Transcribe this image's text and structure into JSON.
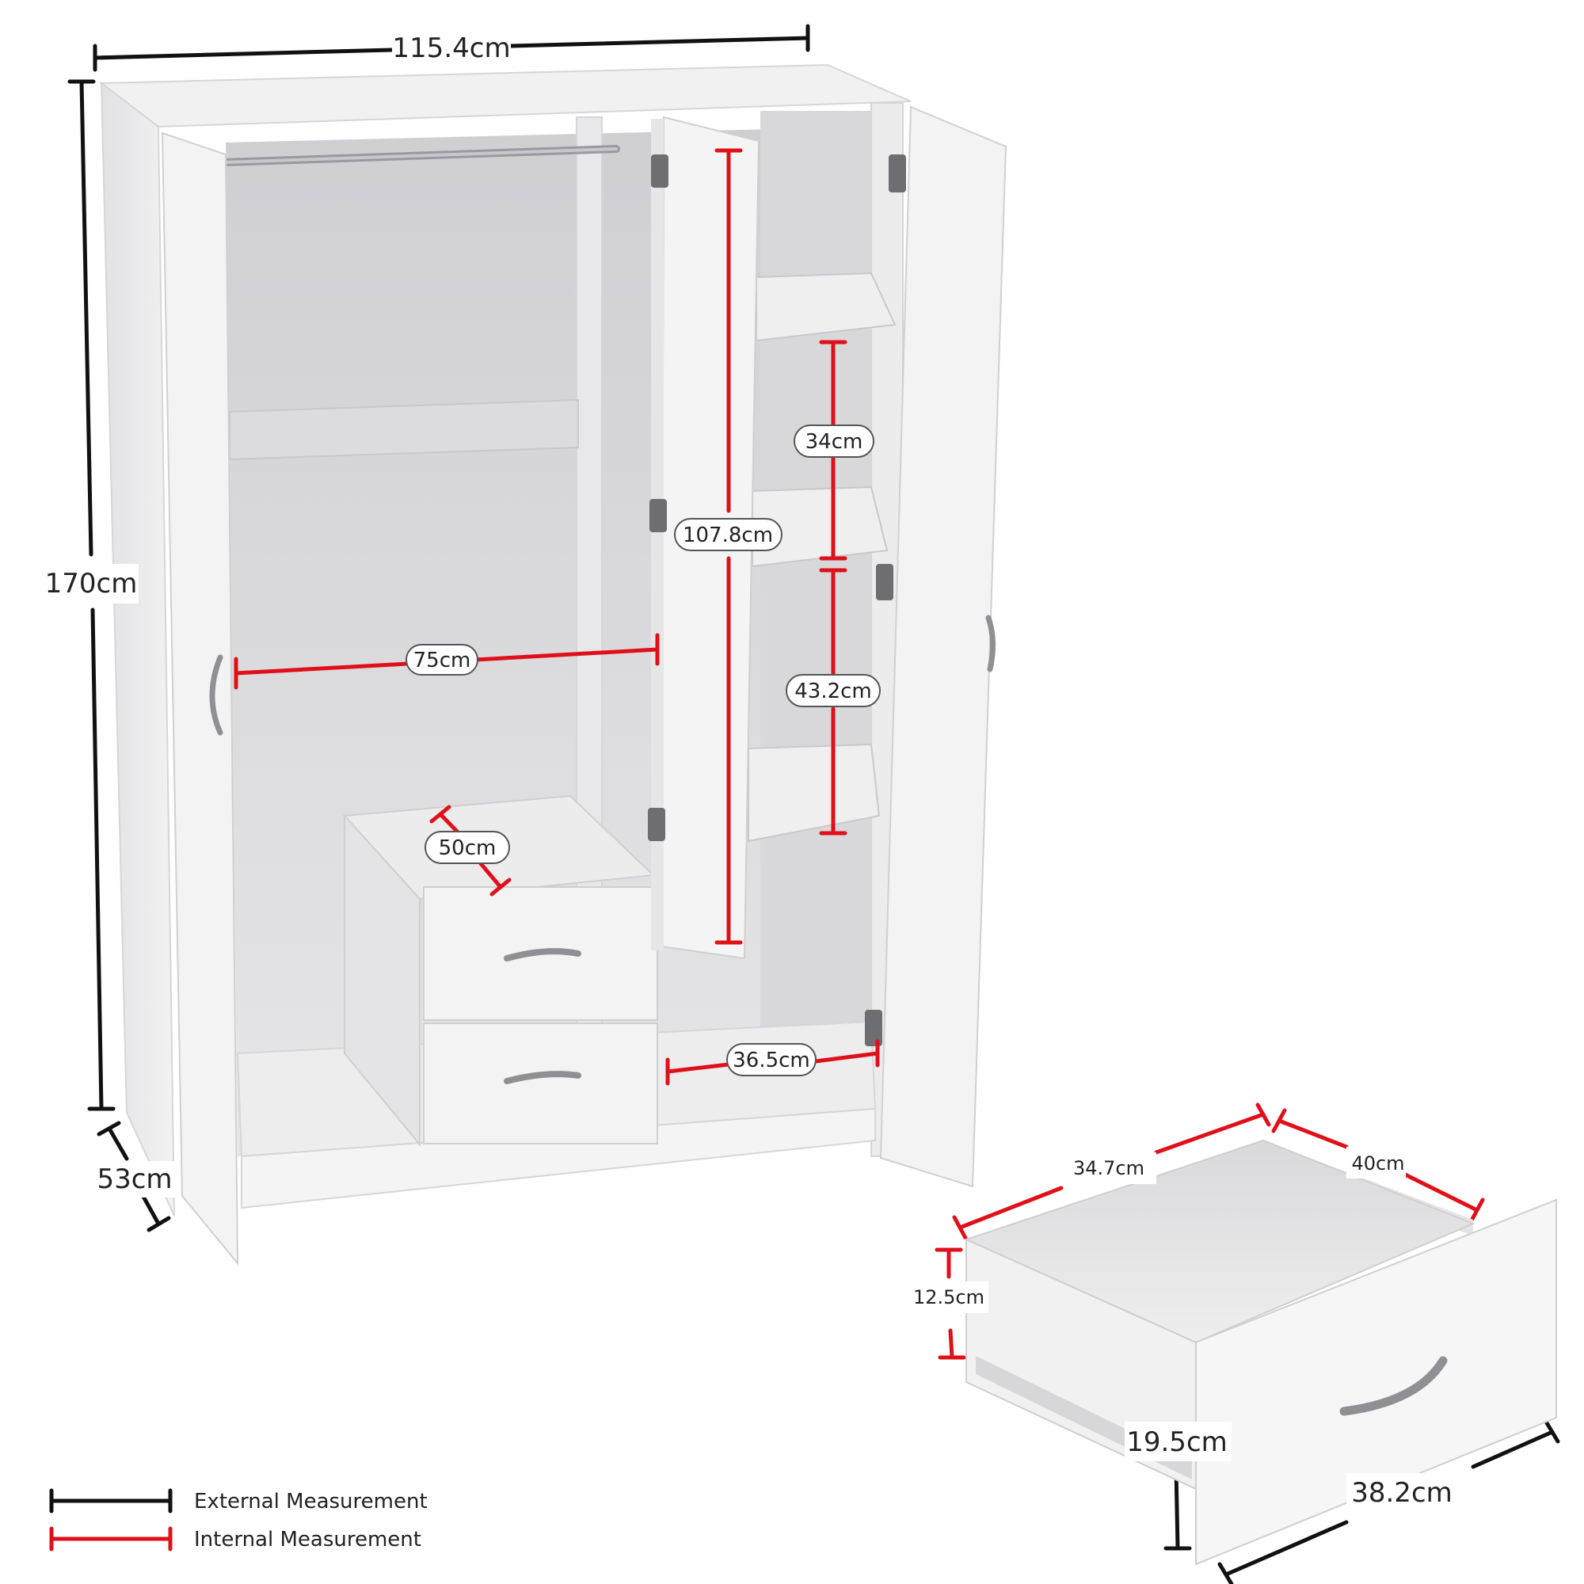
{
  "external": {
    "width": "115.4cm",
    "height": "170cm",
    "depth": "53cm"
  },
  "internal": {
    "hanging_width": "75cm",
    "drawer_unit_depth": "50cm",
    "door_height": "107.8cm",
    "shelf_gap_upper": "34cm",
    "shelf_gap_lower": "43.2cm",
    "lower_compartment_width": "36.5cm"
  },
  "drawer": {
    "inner_width": "34.7cm",
    "inner_depth": "40cm",
    "inner_height": "12.5cm",
    "outer_height": "19.5cm",
    "outer_width": "38.2cm"
  },
  "legend": {
    "external_label": "External Measurement",
    "internal_label": "Internal Measurement",
    "external_color": "#111111",
    "internal_color": "#e0101a"
  }
}
